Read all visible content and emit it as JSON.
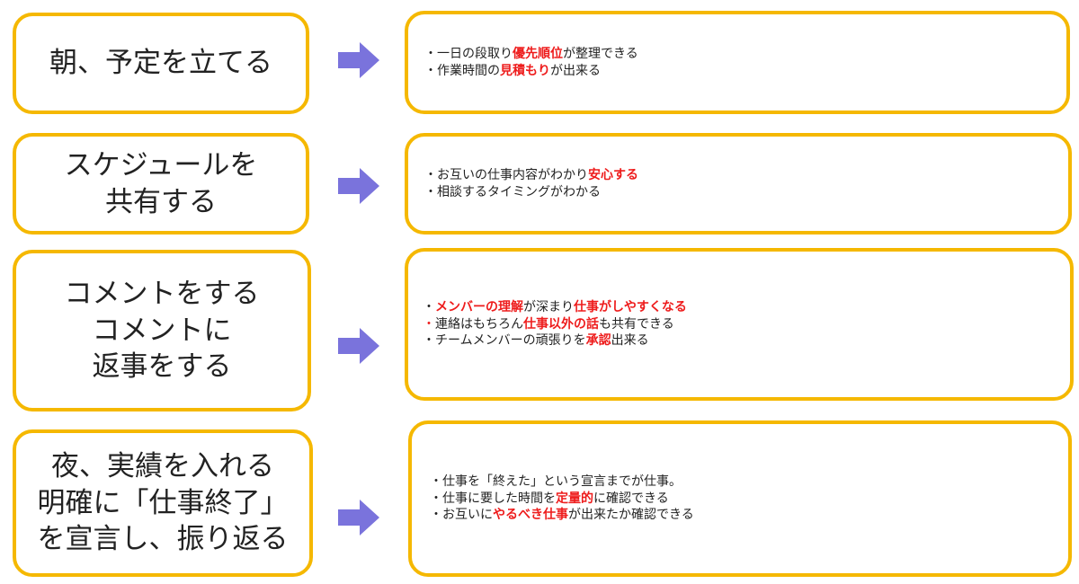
{
  "colors": {
    "border": "#f5b800",
    "highlight": "#ee1c1c",
    "arrow": "#7a73dc",
    "text": "#222222"
  },
  "rows": [
    {
      "step": [
        "朝、予定を立てる"
      ],
      "arrow_icon": "right-arrow-icon",
      "benefits": [
        {
          "bullet": "・",
          "parts": [
            {
              "t": "一日の段取り"
            },
            {
              "t": "優先順位",
              "hl": true
            },
            {
              "t": "が整理できる"
            }
          ]
        },
        {
          "bullet": "・",
          "parts": [
            {
              "t": "作業時間の"
            },
            {
              "t": "見積もり",
              "hl": true
            },
            {
              "t": "が出来る"
            }
          ]
        }
      ]
    },
    {
      "step": [
        "スケジュールを",
        "共有する"
      ],
      "arrow_icon": "right-arrow-icon",
      "benefits": [
        {
          "bullet": "・",
          "parts": [
            {
              "t": "お互いの仕事内容がわかり"
            },
            {
              "t": "安心する",
              "hl": true
            }
          ]
        },
        {
          "bullet": "・",
          "parts": [
            {
              "t": "相談するタイミングがわかる"
            }
          ]
        }
      ]
    },
    {
      "step": [
        "コメントをする",
        "コメントに",
        "返事をする"
      ],
      "arrow_icon": "right-arrow-icon",
      "benefits": [
        {
          "bullet": "・",
          "parts": [
            {
              "t": "メンバーの理解",
              "hl": true
            },
            {
              "t": "が深まり"
            },
            {
              "t": "仕事がしやすくなる",
              "hl": true
            }
          ]
        },
        {
          "bullet": "・",
          "bullet_red": true,
          "parts": [
            {
              "t": "連絡はもちろん"
            },
            {
              "t": "仕事以外の話",
              "hl": true
            },
            {
              "t": "も共有できる"
            }
          ]
        },
        {
          "bullet": "・",
          "parts": [
            {
              "t": "チームメンバーの頑張りを"
            },
            {
              "t": "承認",
              "hl": true
            },
            {
              "t": "出来る"
            }
          ]
        }
      ]
    },
    {
      "step": [
        "夜、実績を入れる",
        "明確に「仕事終了」",
        "を宣言し、振り返る"
      ],
      "arrow_icon": "right-arrow-icon",
      "benefits": [
        {
          "bullet": "・",
          "parts": [
            {
              "t": "仕事を「終えた」という宣言までが仕事。"
            }
          ]
        },
        {
          "bullet": "・",
          "parts": [
            {
              "t": "仕事に要した時間を"
            },
            {
              "t": "定量的",
              "hl": true
            },
            {
              "t": "に確認できる"
            }
          ]
        },
        {
          "bullet": "・",
          "parts": [
            {
              "t": "お互いに"
            },
            {
              "t": "やるべき仕事",
              "hl": true
            },
            {
              "t": "が出来たか確認できる"
            }
          ]
        }
      ]
    }
  ]
}
